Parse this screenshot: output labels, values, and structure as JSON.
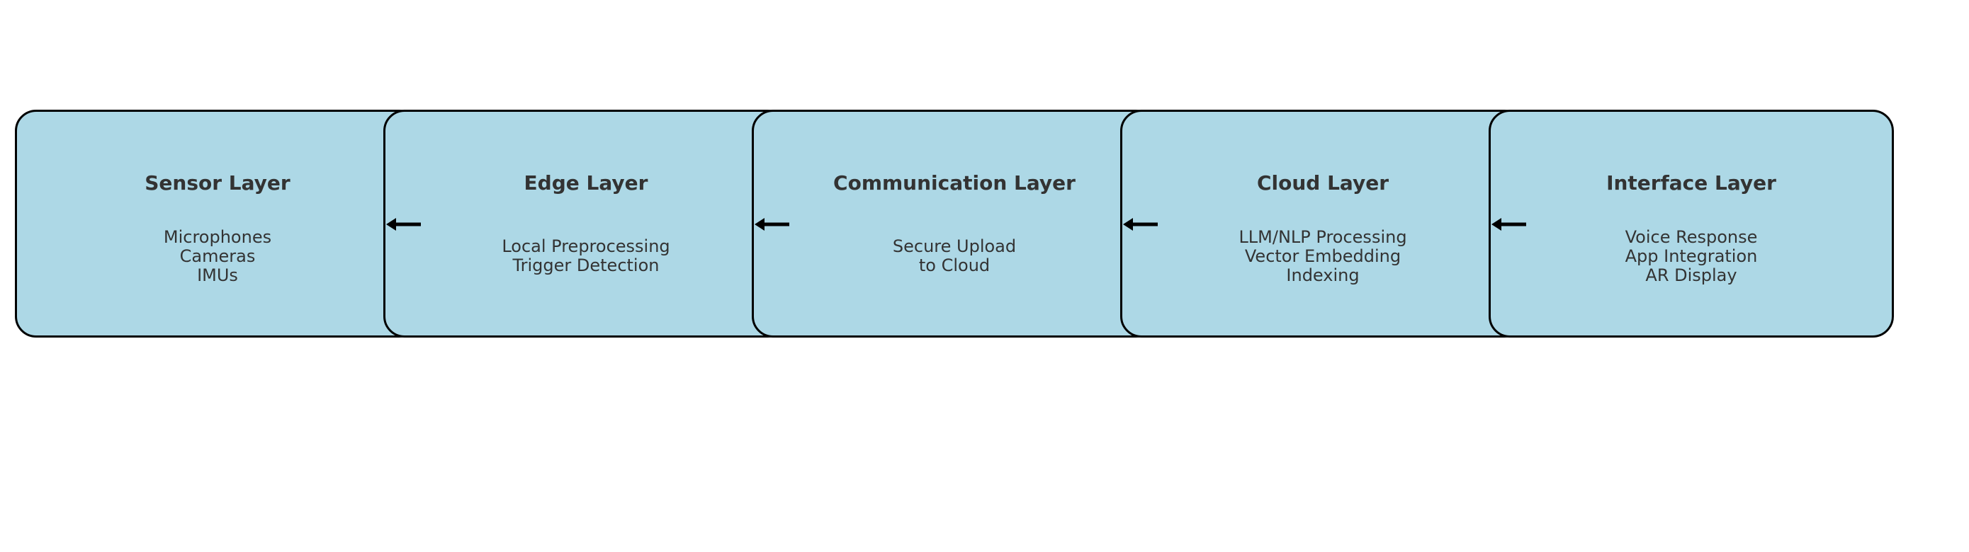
{
  "colors": {
    "box_fill": "#add8e6",
    "box_border": "#000000",
    "text": "#333333",
    "arrow": "#000000"
  },
  "layers": [
    {
      "title": "Sensor Layer",
      "lines": [
        "Microphones",
        "Cameras",
        "IMUs"
      ]
    },
    {
      "title": "Edge Layer",
      "lines": [
        "Local Preprocessing",
        "Trigger Detection"
      ]
    },
    {
      "title": "Communication Layer",
      "lines": [
        "Secure Upload",
        "to Cloud"
      ]
    },
    {
      "title": "Cloud Layer",
      "lines": [
        "LLM/NLP Processing",
        "Vector Embedding",
        "Indexing"
      ]
    },
    {
      "title": "Interface Layer",
      "lines": [
        "Voice Response",
        "App Integration",
        "AR Display"
      ]
    }
  ],
  "arrows": [
    {
      "from": "Edge Layer",
      "to": "Sensor Layer",
      "direction": "left"
    },
    {
      "from": "Communication Layer",
      "to": "Edge Layer",
      "direction": "left"
    },
    {
      "from": "Cloud Layer",
      "to": "Communication Layer",
      "direction": "left"
    },
    {
      "from": "Interface Layer",
      "to": "Cloud Layer",
      "direction": "left"
    }
  ]
}
